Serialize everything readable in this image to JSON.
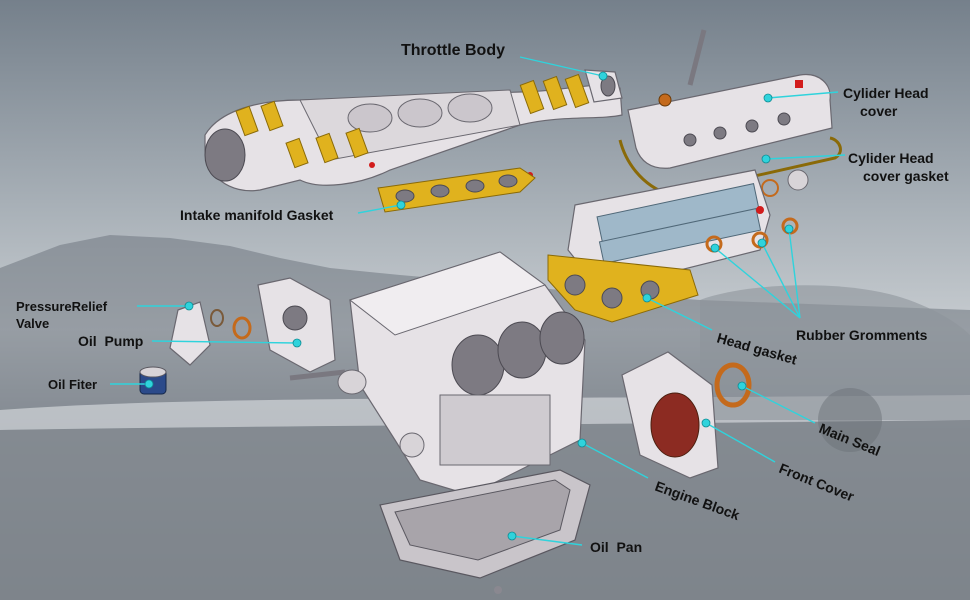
{
  "colors": {
    "sky_top": "#7a8590",
    "sky_mid": "#b9c0c6",
    "ground": "#8b9197",
    "leader": "#2fd3dc",
    "gasket": "#e0b21e",
    "metal": "#e6e2e6"
  },
  "labels": {
    "throttle_body": "Throttle Body",
    "cylinder_head_cover_line1": "Cylider Head",
    "cylinder_head_cover_line2": "cover",
    "cylinder_head_cover_gasket_line1": "Cylider Head",
    "cylinder_head_cover_gasket_line2": "cover gasket",
    "intake_manifold_gasket": "Intake manifold Gasket",
    "pressure_relief_line1": "PressureRelief",
    "pressure_relief_line2": "Valve",
    "oil_pump": "Oil  Pump",
    "oil_filter": "Oil Fiter",
    "rubber_grommets": "Rubber Gromments",
    "head_gasket": "Head gasket",
    "main_seal": "Main Seal",
    "front_cover": "Front Cover",
    "engine_block": "Engine Block",
    "oil_pan": "Oil  Pan"
  }
}
